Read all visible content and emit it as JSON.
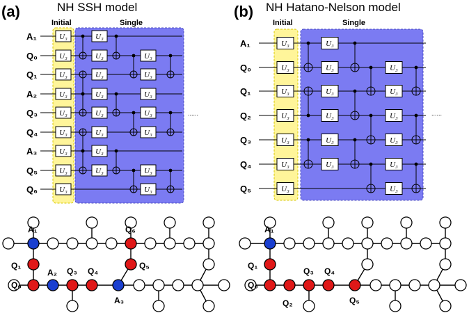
{
  "panel_a": {
    "label": "(a)",
    "title": "NH SSH model",
    "initial_label": "Initial",
    "single_label": "Single",
    "qubits": [
      "A₁",
      "Q₀",
      "Q₁",
      "A₂",
      "Q₃",
      "Q₄",
      "A₃",
      "Q₅",
      "Q₆"
    ],
    "gate_label": "U₃",
    "continuation": "......",
    "lattice_labels": [
      "A₁",
      "Q₆",
      "Q₁",
      "Q₅",
      "Q₀",
      "A₂",
      "Q₃",
      "Q₄",
      "A₃"
    ]
  },
  "panel_b": {
    "label": "(b)",
    "title": "NH Hatano-Nelson model",
    "initial_label": "Initial",
    "single_label": "Single",
    "qubits": [
      "A₁",
      "Q₀",
      "Q₁",
      "Q₂",
      "Q₃",
      "Q₄",
      "Q₅"
    ],
    "gate_label": "U₃",
    "continuation": "......",
    "lattice_labels": [
      "A₁",
      "Q₁",
      "Q₀",
      "Q₃",
      "Q₄",
      "Q₂",
      "Q₅"
    ]
  },
  "colors": {
    "initial_box": "#fff59a",
    "initial_border": "#d8c800",
    "single_box": "#7b7bf2",
    "single_border": "#4848c0",
    "ancilla_node": "#1a3fd0",
    "qubit_node": "#e01818",
    "empty_node": "#ffffff"
  },
  "icons": [
    "cnot-target-icon",
    "control-dot-icon",
    "u3-gate-icon"
  ]
}
